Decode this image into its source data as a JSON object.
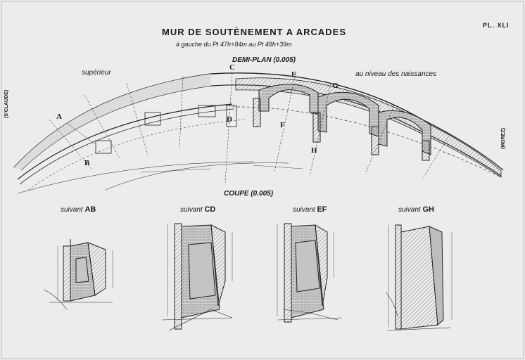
{
  "plate": {
    "title": "MUR DE SOUTÈNEMENT A ARCADES",
    "subtitle": "à gauche du Pt 47h+84m au Pt 48h+39m",
    "number": "PL. XLI"
  },
  "plan": {
    "heading": "DEMI-PLAN (0.005)",
    "upper_label": "supérieur",
    "lower_label": "au niveau des naissances",
    "left_end": "(S'CLAUDE)",
    "right_end": "(MOREZ)",
    "section_letters": [
      "A",
      "B",
      "C",
      "D",
      "E",
      "F",
      "G",
      "H"
    ]
  },
  "section": {
    "heading": "COUPE (0.005)"
  },
  "cross_sections": [
    {
      "prefix": "suivant",
      "letters": "AB"
    },
    {
      "prefix": "suivant",
      "letters": "CD"
    },
    {
      "prefix": "suivant",
      "letters": "EF"
    },
    {
      "prefix": "suivant",
      "letters": "GH"
    }
  ]
}
